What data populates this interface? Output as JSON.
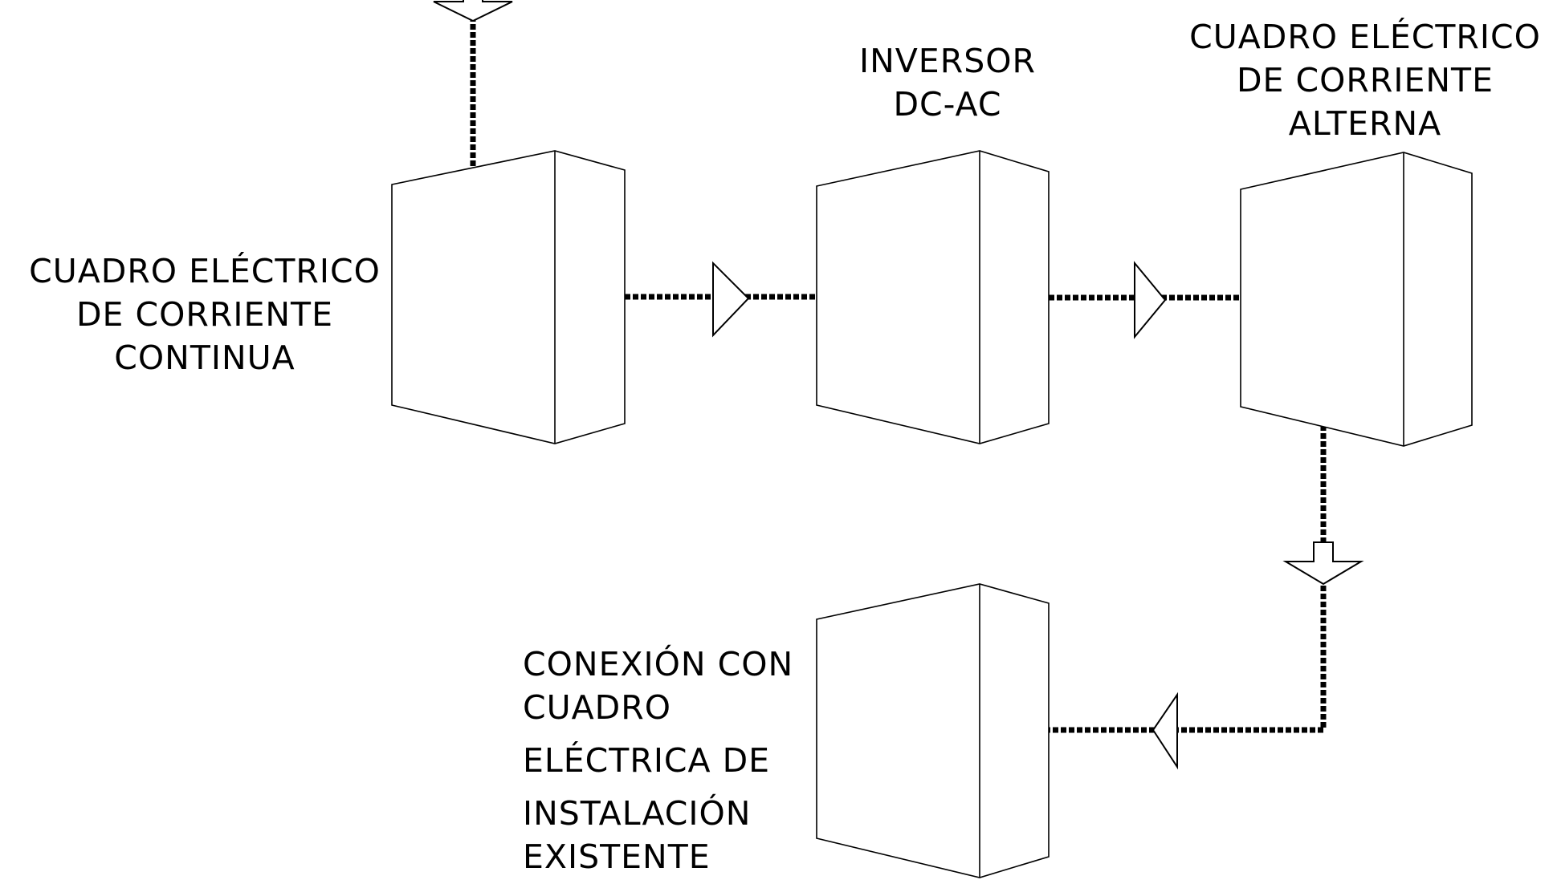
{
  "labels": {
    "dc_panel": [
      "CUADRO ELÉCTRICO",
      "DE CORRIENTE",
      "CONTINUA"
    ],
    "inverter": [
      "INVERSOR",
      "DC-AC"
    ],
    "ac_panel": [
      "CUADRO ELÉCTRICO",
      "DE CORRIENTE",
      "ALTERNA"
    ],
    "existing": [
      "CONEXIÓN CON",
      "CUADRO",
      "ELÉCTRICA DE",
      "INSTALACIÓN",
      "EXISTENTE"
    ]
  },
  "colors": {
    "line": "#000000",
    "background": "#ffffff"
  }
}
